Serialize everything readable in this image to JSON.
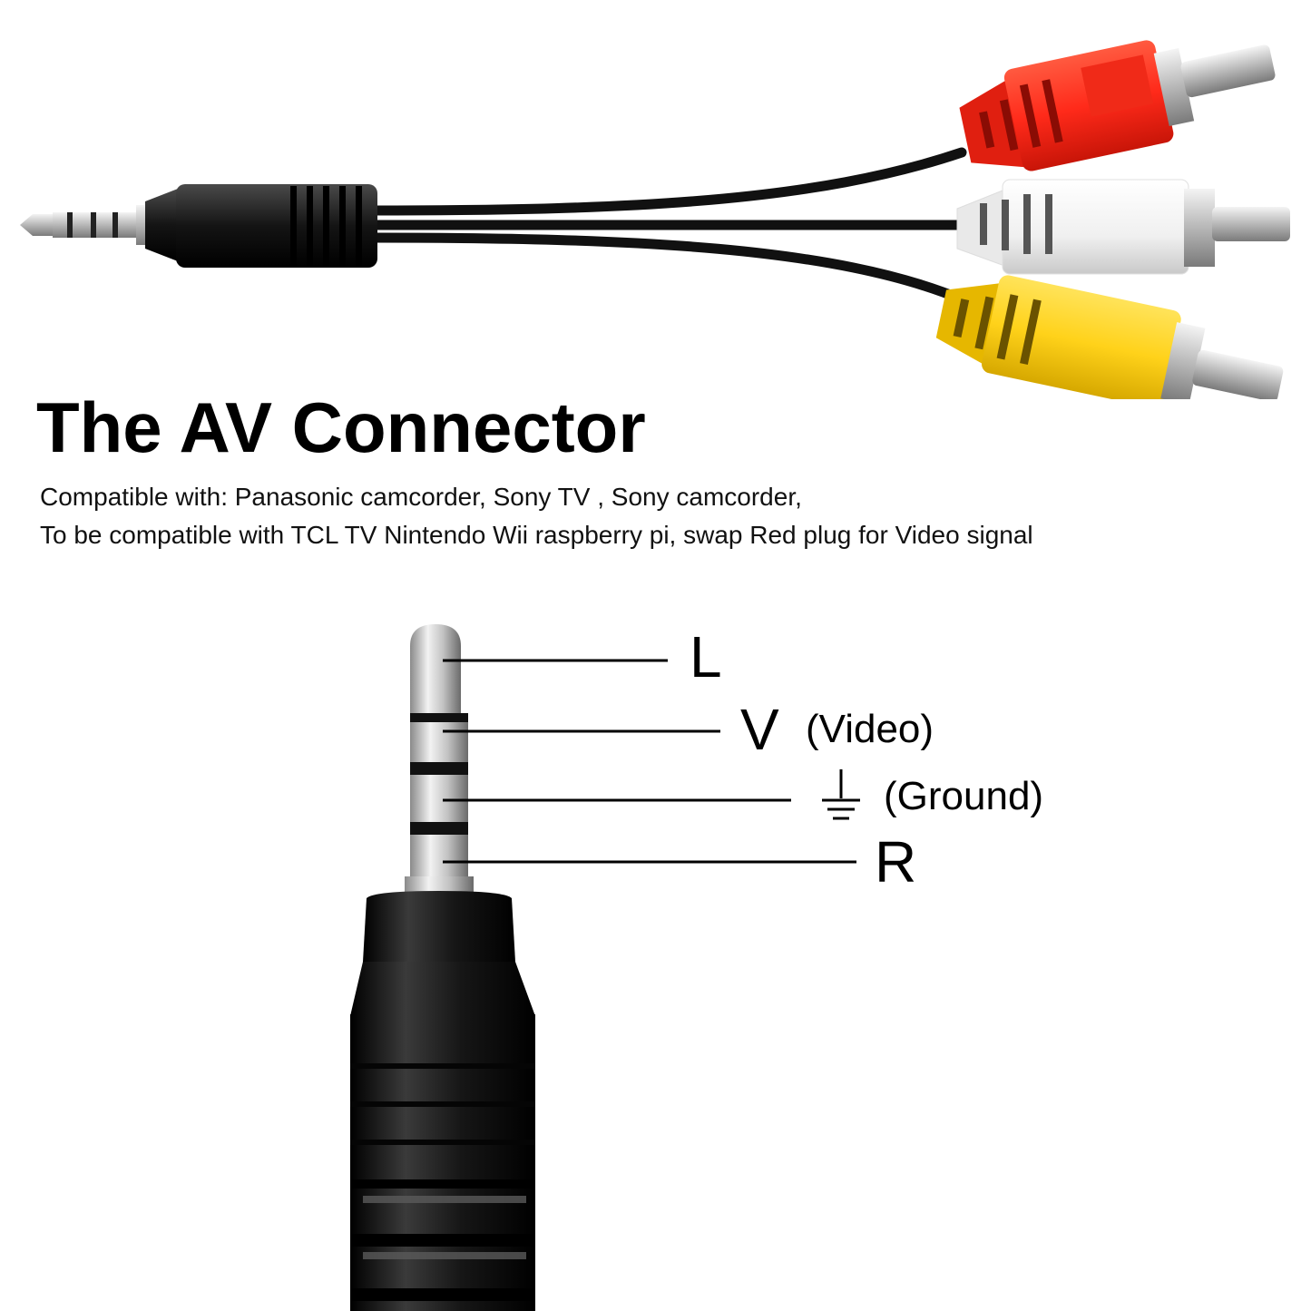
{
  "title": "The AV Connector",
  "subtitle_lines": [
    "Compatible with: Panasonic camcorder, Sony TV , Sony camcorder,",
    "To be compatible with TCL TV Nintendo Wii raspberry pi, swap Red plug for Video signal"
  ],
  "pinout": [
    {
      "symbol": "L",
      "desc": ""
    },
    {
      "symbol": "V",
      "desc": "(Video)"
    },
    {
      "symbol": "ground-icon",
      "desc": "(Ground)"
    },
    {
      "symbol": "R",
      "desc": ""
    }
  ],
  "colors": {
    "rca_red": "#ff2a1a",
    "rca_white": "#f4f4f4",
    "rca_yellow": "#ffd21a",
    "jack_body": "#1a1a1a",
    "metal": "#c9c9c9"
  }
}
